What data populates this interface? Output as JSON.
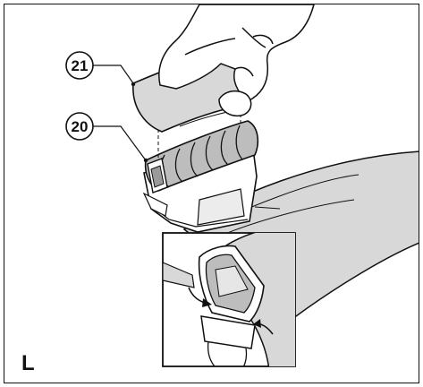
{
  "figure": {
    "step_letter": "L",
    "callouts": [
      {
        "id": "21"
      },
      {
        "id": "20"
      }
    ],
    "colors": {
      "line": "#111111",
      "fill_light": "#d8d8d8",
      "fill_mid": "#bdbdbd",
      "paper": "#ffffff"
    }
  }
}
